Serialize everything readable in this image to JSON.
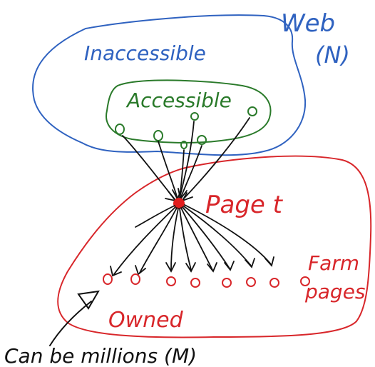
{
  "labels": {
    "web": "Web",
    "web_n": "(N)",
    "inaccessible": "Inaccessible",
    "accessible": "Accessible",
    "page_t": "Page t",
    "farm_line1": "Farm",
    "farm_line2": "pages",
    "owned": "Owned",
    "caption": "Can be millions (M)"
  },
  "colors": {
    "web": "#2f62c0",
    "accessible": "#2a7a2a",
    "owned": "#d8262a",
    "ink": "#111111",
    "target": "#e11d1d"
  }
}
